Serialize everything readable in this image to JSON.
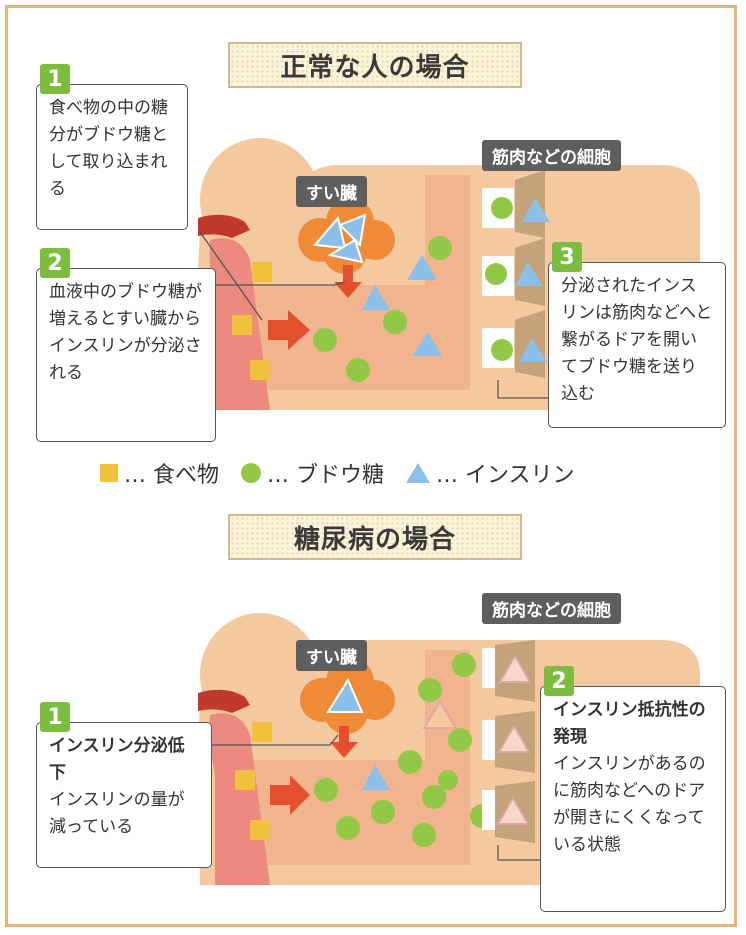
{
  "normal": {
    "title": "正常な人の場合",
    "label_pancreas": "すい臓",
    "label_cells": "筋肉などの細胞",
    "callouts": [
      {
        "num": "1",
        "text": "食べ物の中の糖分がブドウ糖として取り込まれる"
      },
      {
        "num": "2",
        "text": "血液中のブドウ糖が増えるとすい臓からインスリンが分泌される"
      },
      {
        "num": "3",
        "text": "分泌されたインスリンは筋肉などへと繋がるドアを開いてブドウ糖を送り込む"
      }
    ]
  },
  "legend": {
    "food": "… 食べ物",
    "glucose": "… ブドウ糖",
    "insulin": "… インスリン"
  },
  "diabetes": {
    "title": "糖尿病の場合",
    "label_pancreas": "すい臓",
    "label_cells": "筋肉などの細胞",
    "callouts": [
      {
        "num": "1",
        "title": "インスリン分泌低下",
        "text": "インスリンの量が減っている"
      },
      {
        "num": "2",
        "title": "インスリン抵抗性の発現",
        "text": "インスリンがあるのに筋肉などへのドアが開きにくくなっている状態"
      }
    ]
  },
  "colors": {
    "frame": "#e6b47e",
    "body": "#f5c9a0",
    "tract": "#ec8a80",
    "food": "#f0c23c",
    "glucose": "#93c746",
    "insulin": "#8cc0e8",
    "pancreas": "#ef8a36",
    "arrow": "#e4502e",
    "badge": "#7cbd3f",
    "door": "#c4a27a"
  }
}
